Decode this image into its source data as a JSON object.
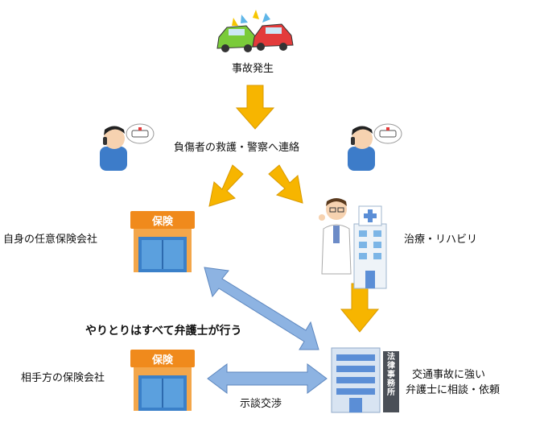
{
  "steps": {
    "accident": "事故発生",
    "contact": "負傷者の救護・警察へ連絡",
    "own_insurance": "自身の任意保険会社",
    "treatment": "治療・リハビリ",
    "note": "やりとりはすべて弁護士が行う",
    "other_insurance": "相手方の保険会社",
    "lawyer_line1": "交通事故に強い",
    "lawyer_line2": "弁護士に相談・依頼",
    "negotiation": "示談交渉"
  },
  "signs": {
    "insurance": "保険",
    "law_office": "法律事務所"
  },
  "colors": {
    "arrow_orange": "#F7B500",
    "arrow_blue": "#8DB3E2",
    "insurance_orange": "#F08A1C",
    "building_blue": "#5B8ED6"
  },
  "icons": [
    "car-crash-icon",
    "phone-caller-icon",
    "insurance-building-icon",
    "doctor-icon",
    "hospital-icon",
    "law-office-building-icon"
  ]
}
